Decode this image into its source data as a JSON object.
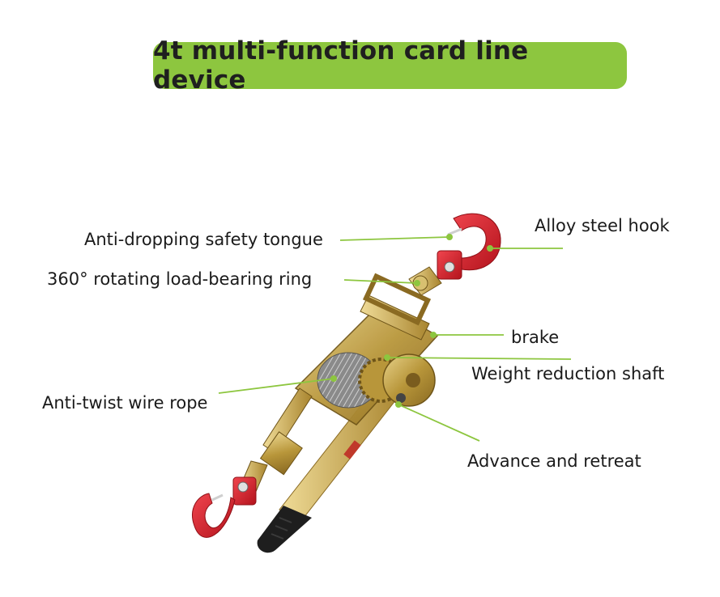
{
  "title": "4t multi-function card line device",
  "colors": {
    "title_bg": "#8dc63f",
    "leader_line": "#8dc63f",
    "hook_red": "#d9202a",
    "metal_gold": "#c8a54a",
    "handle_black": "#1e1e1e"
  },
  "labels": {
    "safety_tongue": "Anti-dropping safety tongue",
    "rotating_ring": "360°  rotating load-bearing ring",
    "steel_hook": "Alloy steel hook",
    "brake": "brake",
    "reduction_shaft": "Weight reduction shaft",
    "wire_rope": "Anti-twist wire rope",
    "advance_retreat": "Advance and retreat"
  }
}
